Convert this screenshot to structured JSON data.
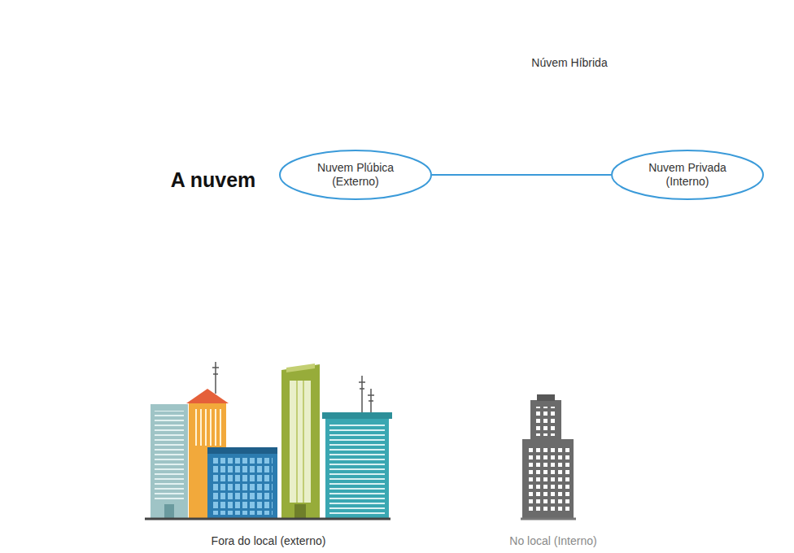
{
  "diagram": {
    "nodes": [
      {
        "text": [
          "A nuvem"
        ]
      },
      {
        "text": [
          "Nuvem Plúbica (Externo)"
        ],
        "in": 0
      },
      {
        "text": [
          "Núvem Híbrida"
        ]
      },
      {
        "text": [
          "Nuvem Privada (Interno)"
        ],
        "in": 2
      }
    ],
    "edges": [
      {
        "from": 1,
        "to": 3,
        "arrow": "none"
      }
    ],
    "labels": [
      "Fora do local (externo)",
      "No local (Interno)"
    ]
  }
}
